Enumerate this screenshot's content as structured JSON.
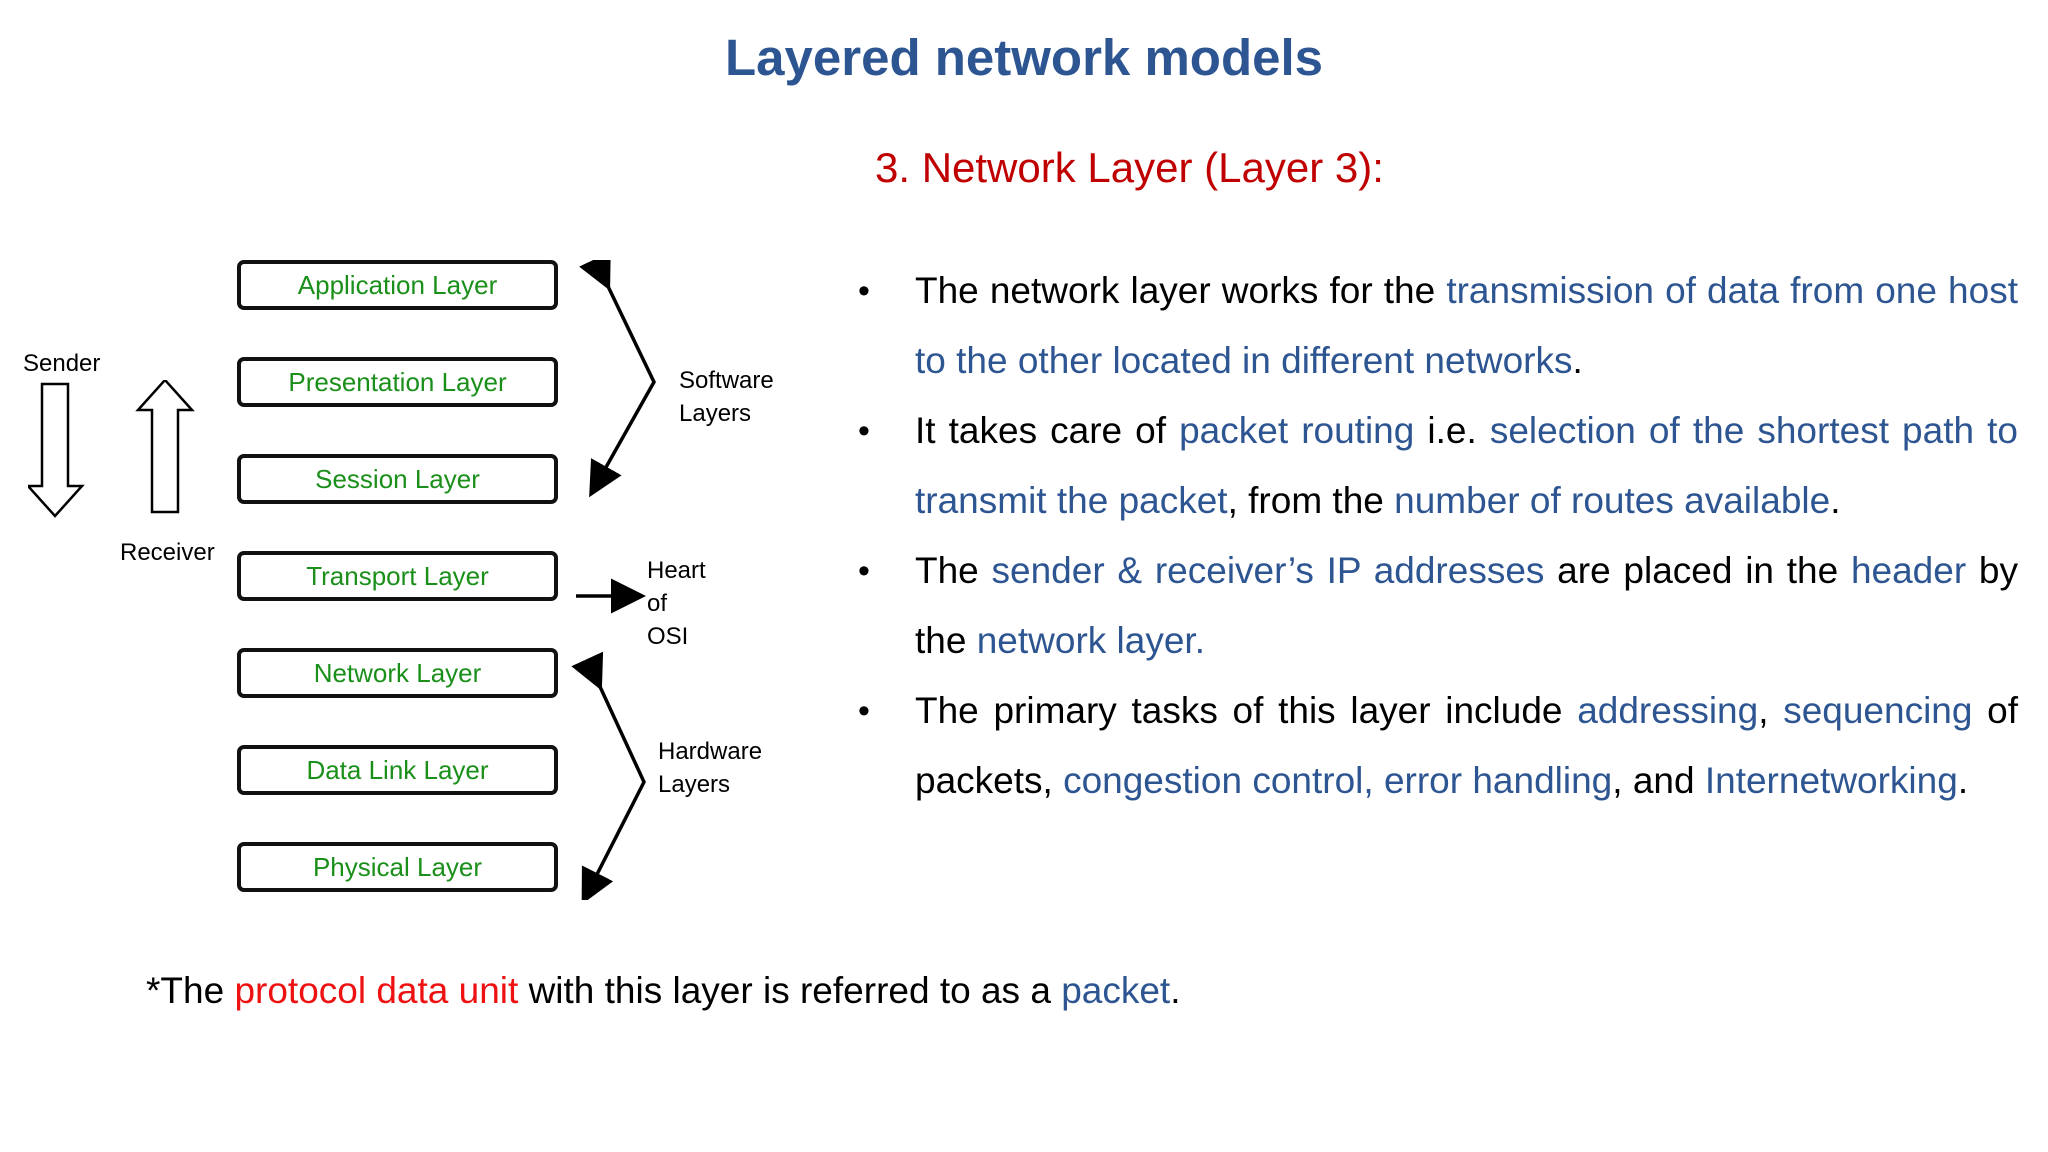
{
  "title": "Layered network models",
  "subtitle": "3. Network Layer (Layer 3):",
  "diagram": {
    "layers": [
      "Application Layer",
      "Presentation Layer",
      "Session Layer",
      "Transport Layer",
      "Network Layer",
      "Data Link Layer",
      "Physical Layer"
    ],
    "sender_label": "Sender",
    "receiver_label": "Receiver",
    "software_label": [
      "Software",
      "Layers"
    ],
    "hardware_label": [
      "Hardware",
      "Layers"
    ],
    "heart_label": "Heart of OSI",
    "colors": {
      "layer_text": "#1a8f1a",
      "box_border": "#111111"
    }
  },
  "bullets": [
    [
      {
        "t": "The network layer works for the ",
        "c": "black"
      },
      {
        "t": "transmission of data from one host to the other located in different networks",
        "c": "blue"
      },
      {
        "t": ".",
        "c": "black"
      }
    ],
    [
      {
        "t": "It takes care of ",
        "c": "black"
      },
      {
        "t": "packet routing",
        "c": "blue"
      },
      {
        "t": " i.e. ",
        "c": "black"
      },
      {
        "t": "selection of the shortest path to transmit the packet",
        "c": "blue"
      },
      {
        "t": ", from the ",
        "c": "black"
      },
      {
        "t": "number of routes available",
        "c": "blue"
      },
      {
        "t": ".",
        "c": "black"
      }
    ],
    [
      {
        "t": "The ",
        "c": "black"
      },
      {
        "t": "sender & receiver’s IP addresses",
        "c": "blue"
      },
      {
        "t": " are placed in the ",
        "c": "black"
      },
      {
        "t": "header",
        "c": "blue"
      },
      {
        "t": " by the ",
        "c": "black"
      },
      {
        "t": "network layer.",
        "c": "blue"
      }
    ],
    [
      {
        "t": "The primary tasks of this layer include ",
        "c": "black"
      },
      {
        "t": "addressing",
        "c": "blue"
      },
      {
        "t": ", ",
        "c": "black"
      },
      {
        "t": "sequencing",
        "c": "blue"
      },
      {
        "t": " of packets, ",
        "c": "black"
      },
      {
        "t": "congestion control,",
        "c": "blue"
      },
      {
        "t": " ",
        "c": "black"
      },
      {
        "t": "error handling",
        "c": "blue"
      },
      {
        "t": ", and ",
        "c": "black"
      },
      {
        "t": "Internetworking",
        "c": "blue"
      },
      {
        "t": ".",
        "c": "black"
      }
    ]
  ],
  "footnote": {
    "prefix": "*The ",
    "term": "protocol data unit",
    "middle": " with this layer is referred to as a ",
    "packet": "packet",
    "suffix": "."
  },
  "colors": {
    "title": "#2d5592",
    "subtitle": "#c00000",
    "highlight": "#2d5592",
    "footnote_term": "#ee1111"
  }
}
